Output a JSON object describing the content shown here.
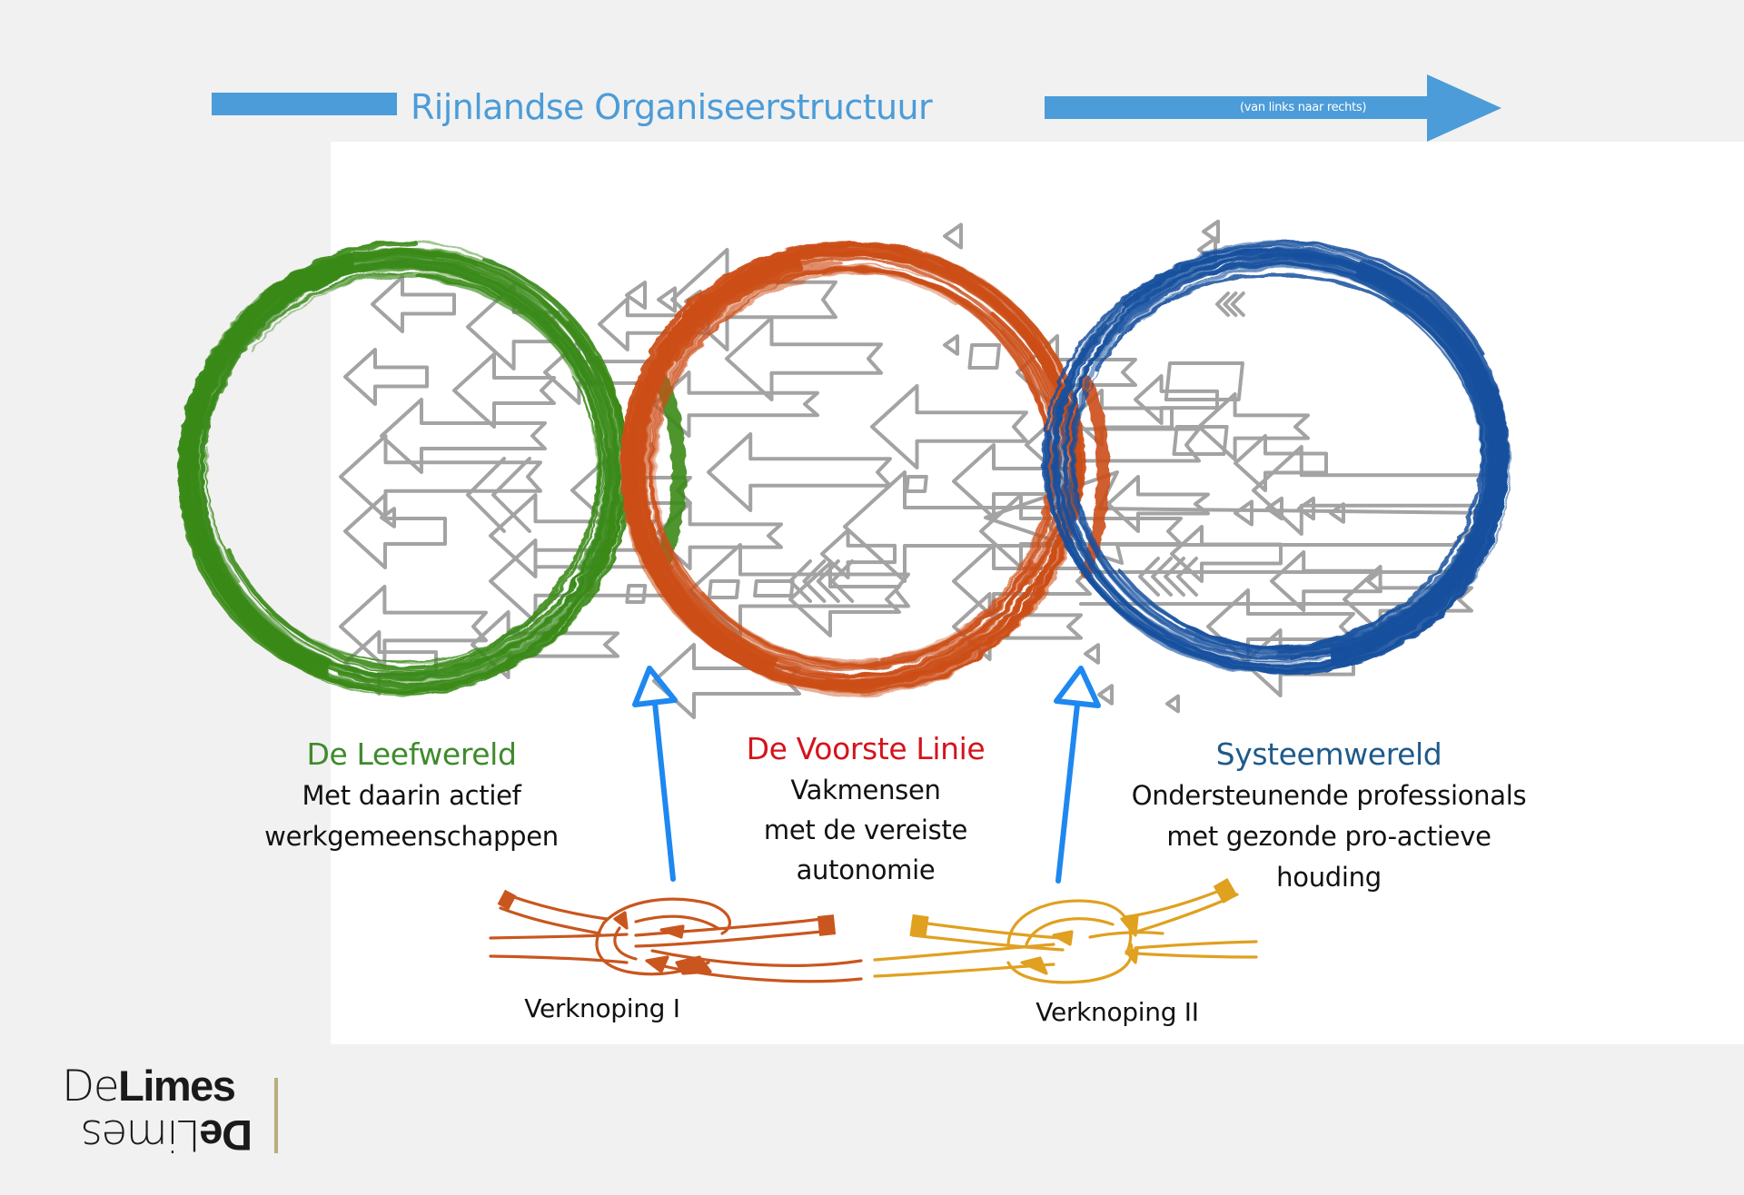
{
  "title": {
    "text": "Rijnlandse Organiseerstructuur",
    "direction_note": "(van links naar rechts)",
    "color": "#4b9cd8"
  },
  "circles": [
    {
      "id": "leefwereld",
      "color": "#3a8a1a"
    },
    {
      "id": "voorste-linie",
      "color": "#cc4e18"
    },
    {
      "id": "systeemwereld",
      "color": "#15509e"
    }
  ],
  "columns": {
    "left": {
      "heading": "De Leefwereld",
      "heading_color": "#3f8a2c",
      "lines": [
        "Met daarin actief",
        "werkgemeenschappen"
      ]
    },
    "middle": {
      "heading": "De Voorste Linie",
      "heading_color": "#d4141c",
      "lines": [
        "Vakmensen",
        "met de vereiste",
        "autonomie"
      ]
    },
    "right": {
      "heading": "Systeemwereld",
      "heading_color": "#1f5a8a",
      "lines": [
        "Ondersteunende professionals",
        "met gezonde pro-actieve",
        "houding"
      ]
    }
  },
  "connectors": {
    "arrow_color": "#1e88f0",
    "knots": [
      {
        "label": "Verknoping I",
        "color": "#c9561e",
        "icon": "reef-knot-icon"
      },
      {
        "label": "Verknoping II",
        "color": "#e0a020",
        "icon": "reef-knot-icon"
      }
    ]
  },
  "logo": {
    "top_light": "De",
    "top_bold": "Limes",
    "bottom_bold": "De",
    "bottom_light": "Limes",
    "bar_color": "#b9ae7c"
  }
}
